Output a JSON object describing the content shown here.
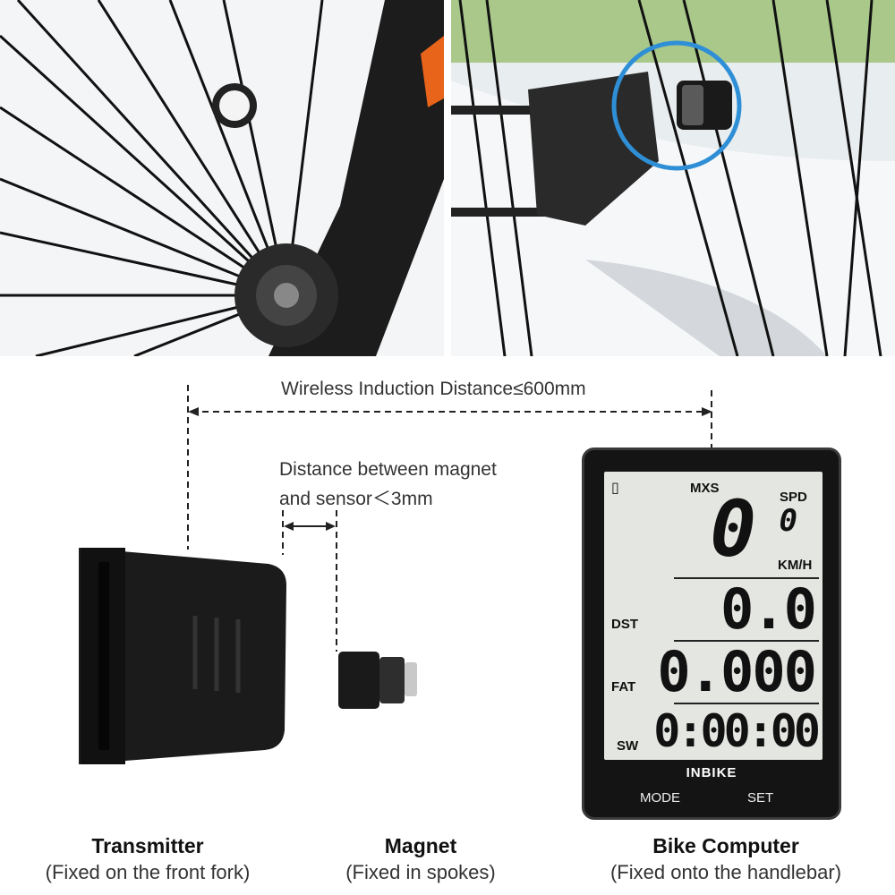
{
  "annotations": {
    "wireless_distance": "Wireless Induction Distance≤600mm",
    "magnet_distance_line1": "Distance between magnet",
    "magnet_distance_line2": "and sensor＜3mm"
  },
  "components": [
    {
      "title": "Transmitter",
      "subtitle": "(Fixed on the front fork)"
    },
    {
      "title": "Magnet",
      "subtitle": "(Fixed in spokes)"
    },
    {
      "title": "Bike Computer",
      "subtitle": "(Fixed onto the handlebar)"
    }
  ],
  "device": {
    "brand": "INBIKE",
    "buttons": {
      "mode": "MODE",
      "set": "SET"
    },
    "screen": {
      "mxs_label": "MXS",
      "spd_label": "SPD",
      "speed_value": "0",
      "speed_small": "0",
      "speed_unit": "KM/H",
      "dst_label": "DST",
      "dst_value": "0.0",
      "fat_label": "FAT",
      "fat_value": "0.000",
      "sw_label": "SW",
      "sw_value": "0:00:00"
    }
  },
  "colors": {
    "highlight_circle": "#2f8fd6",
    "accent_orange": "#e8641b"
  }
}
